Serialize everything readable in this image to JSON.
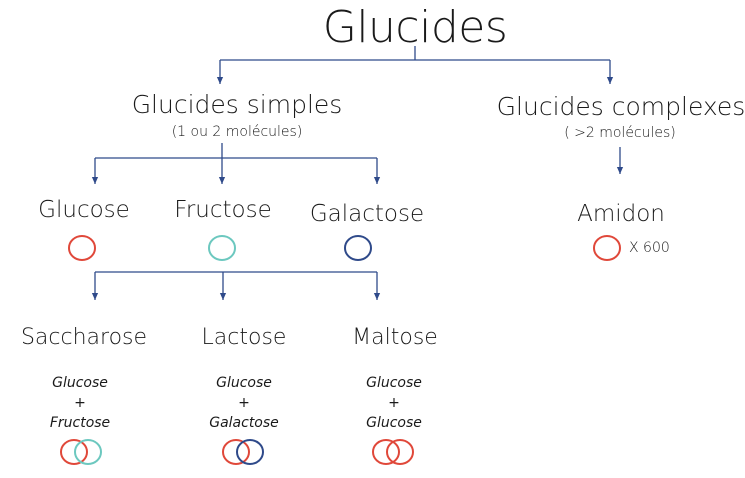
{
  "diagram": {
    "title": "Glucides",
    "simple": {
      "label": "Glucides simples",
      "note": "(1 ou 2 molécules)"
    },
    "complex": {
      "label": "Glucides complexes",
      "note": "( >2 molécules)"
    },
    "monosaccharides": [
      {
        "label": "Glucose",
        "color": "#e0483a"
      },
      {
        "label": "Fructose",
        "color": "#6cc8bf"
      },
      {
        "label": "Galactose",
        "color": "#2f4a8a"
      }
    ],
    "starch": {
      "label": "Amidon",
      "multiplier": "X 600",
      "color": "#e0483a"
    },
    "disaccharides": [
      {
        "label": "Saccharose",
        "first": "Glucose",
        "plus": "+",
        "second": "Fructose",
        "colors": [
          "#e0483a",
          "#6cc8bf"
        ]
      },
      {
        "label": "Lactose",
        "first": "Glucose",
        "plus": "+",
        "second": "Galactose",
        "colors": [
          "#e0483a",
          "#2f4a8a"
        ]
      },
      {
        "label": "Maltose",
        "first": "Glucose",
        "plus": "+",
        "second": "Glucose",
        "colors": [
          "#e0483a",
          "#e0483a"
        ]
      }
    ],
    "line_color": "#2f4a8a"
  }
}
